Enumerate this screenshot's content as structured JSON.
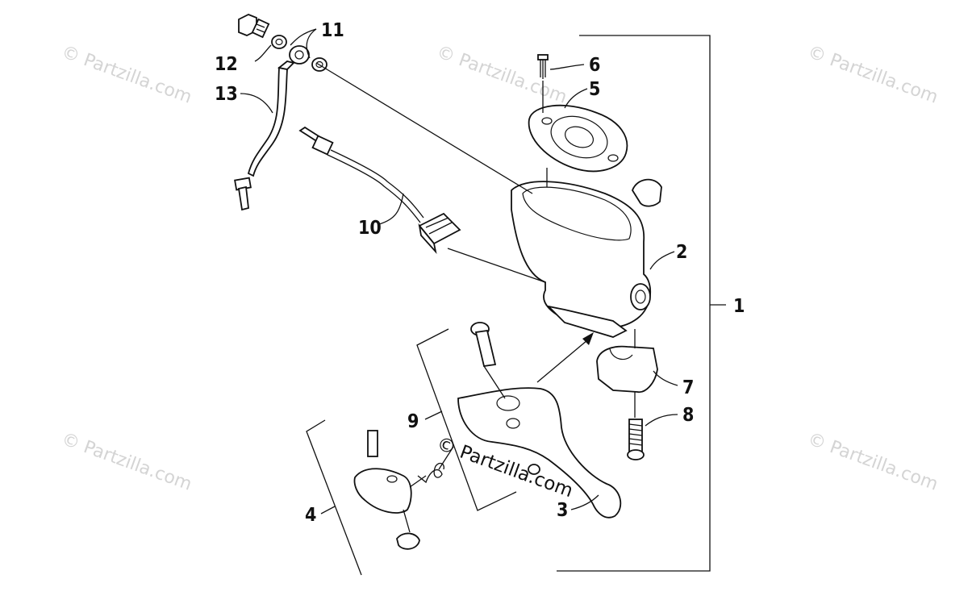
{
  "watermark": {
    "text": "© Partzilla.com",
    "center_text": "© Partzilla.com"
  },
  "callouts": [
    {
      "id": "1",
      "label": "1"
    },
    {
      "id": "2",
      "label": "2"
    },
    {
      "id": "3",
      "label": "3"
    },
    {
      "id": "4",
      "label": "4"
    },
    {
      "id": "5",
      "label": "5"
    },
    {
      "id": "6",
      "label": "6"
    },
    {
      "id": "7",
      "label": "7"
    },
    {
      "id": "8",
      "label": "8"
    },
    {
      "id": "9",
      "label": "9"
    },
    {
      "id": "10",
      "label": "10"
    },
    {
      "id": "11",
      "label": "11"
    },
    {
      "id": "12",
      "label": "12"
    },
    {
      "id": "13",
      "label": "13"
    }
  ]
}
